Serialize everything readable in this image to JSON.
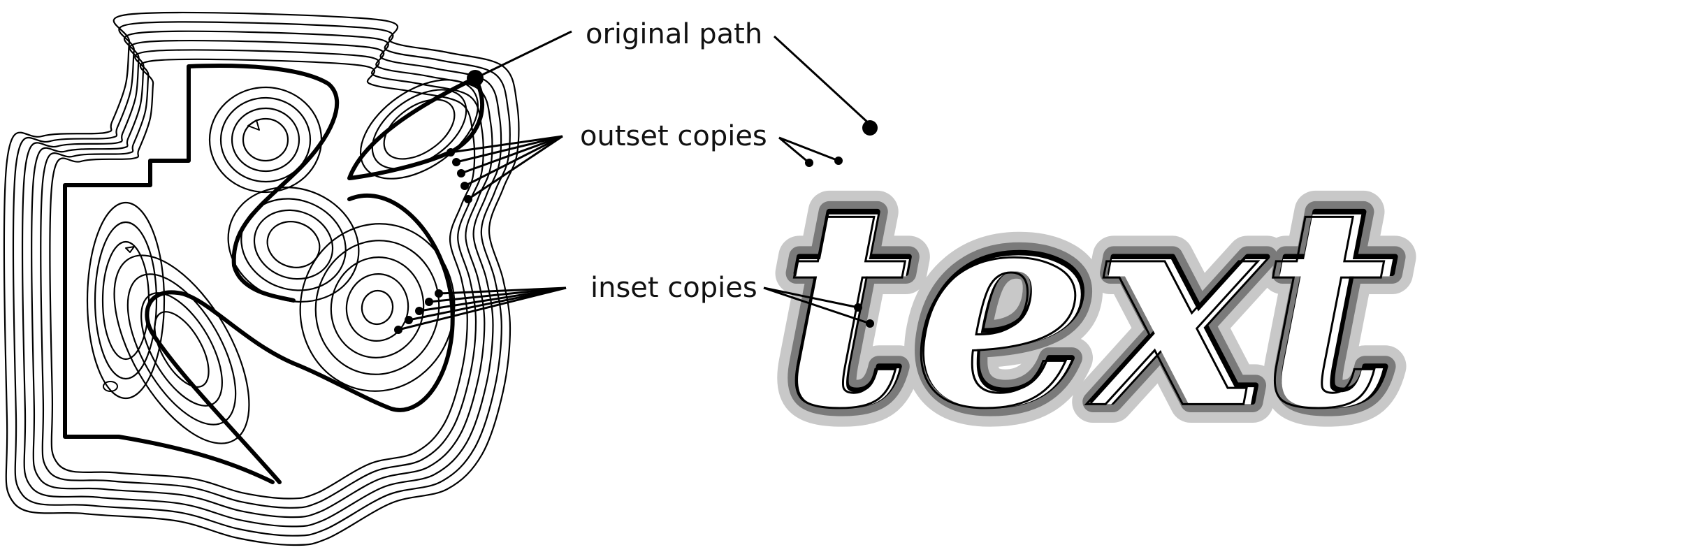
{
  "labels": {
    "original_path": "original path",
    "outset_copies": "outset copies",
    "inset_copies": "inset copies"
  },
  "sample_text": "text",
  "colors": {
    "stroke": "#000000",
    "outset_outer": "#c8c8c8",
    "outset_inner": "#7a7a7a",
    "inset_fill": "#ffffff",
    "label_text": "#111111"
  }
}
